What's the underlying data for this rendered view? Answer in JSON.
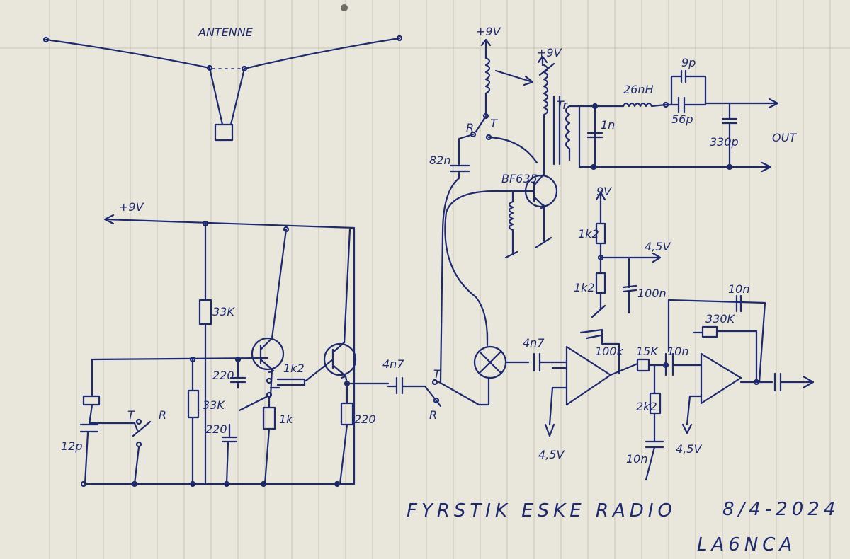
{
  "title": "FYRSTIK ESKE RADIO",
  "date": "8/4-2024",
  "callsign": "LA6NCA",
  "labels": {
    "antenna": "ANTENNE",
    "v9_top": "+9V",
    "v9_coil": "+9V",
    "v9_left": "+9V",
    "v9_div": "9V",
    "v45_mid": "4,5V",
    "v45_op1": "4,5V",
    "v45_op2": "4,5V",
    "l26": "26nH",
    "c9p": "9p",
    "c56p": "56p",
    "c1n": "1n",
    "c330p": "330p",
    "out": "OUT",
    "tr": "Tr",
    "c82n": "82n",
    "bf": "BF635",
    "r1k2a": "1k2",
    "r1k2b": "1k2",
    "c100n": "100n",
    "r33k_top": "33K",
    "r33k_bot": "33K",
    "c220a": "220",
    "c220b": "220",
    "r1k2_tr": "1k2",
    "r1k": "1k",
    "r220": "220",
    "c4n7a": "4n7",
    "c4n7b": "4n7",
    "r100k": "100k",
    "r15k": "15K",
    "c10n_in": "10n",
    "c10n_fb": "10n",
    "r330k": "330K",
    "r2k2": "2k2",
    "c10n_gnd": "10n",
    "c12p": "12p",
    "sw_t1": "T",
    "sw_r1": "R",
    "sw_t2": "T",
    "sw_r2": "R",
    "sw_t3": "T",
    "sw_r3": "R"
  }
}
